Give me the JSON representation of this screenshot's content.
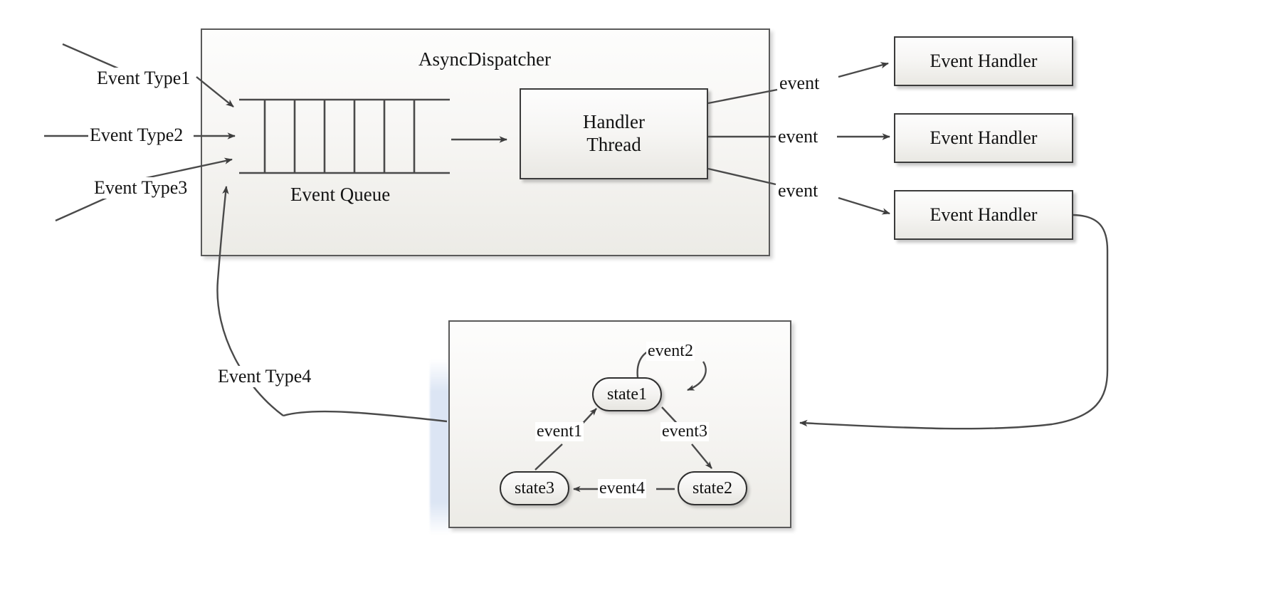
{
  "diagram": {
    "title_visible": false,
    "type": "architecture-flow",
    "colors": {
      "stroke": "#3b3b3b",
      "panel_border": "#5a5a5a",
      "arrow_fill": "#3d3d3d",
      "box_fill_top": "#fdfdfd",
      "box_fill_bottom": "#e9e8e3",
      "canvas": "#ffffff",
      "ghost_blue": "#d6e1f2"
    }
  },
  "dispatcher": {
    "title": "AsyncDispatcher",
    "queue_label": "Event Queue",
    "queue_cells": 7,
    "handler_thread": {
      "line1": "Handler",
      "line2": "Thread"
    }
  },
  "inputs": [
    {
      "id": "type1",
      "label": "Event Type1"
    },
    {
      "id": "type2",
      "label": "Event Type2"
    },
    {
      "id": "type3",
      "label": "Event Type3"
    },
    {
      "id": "type4",
      "label": "Event Type4"
    }
  ],
  "dispatch_edges": [
    {
      "id": "event-top",
      "label": "event"
    },
    {
      "id": "event-middle",
      "label": "event"
    },
    {
      "id": "event-bottom",
      "label": "event"
    }
  ],
  "handlers": [
    {
      "id": "handler-1",
      "label": "Event Handler"
    },
    {
      "id": "handler-2",
      "label": "Event Handler"
    },
    {
      "id": "handler-3",
      "label": "Event Handler"
    }
  ],
  "state_machine": {
    "states": [
      {
        "id": "state1",
        "label": "state1"
      },
      {
        "id": "state2",
        "label": "state2"
      },
      {
        "id": "state3",
        "label": "state3"
      }
    ],
    "transitions": [
      {
        "id": "t-event1",
        "label": "event1",
        "from": "state3",
        "to": "state1"
      },
      {
        "id": "t-event2",
        "label": "event2",
        "from": "state1",
        "to": "state1"
      },
      {
        "id": "t-event3",
        "label": "event3",
        "from": "state1",
        "to": "state2"
      },
      {
        "id": "t-event4",
        "label": "event4",
        "from": "state2",
        "to": "state3"
      }
    ]
  }
}
